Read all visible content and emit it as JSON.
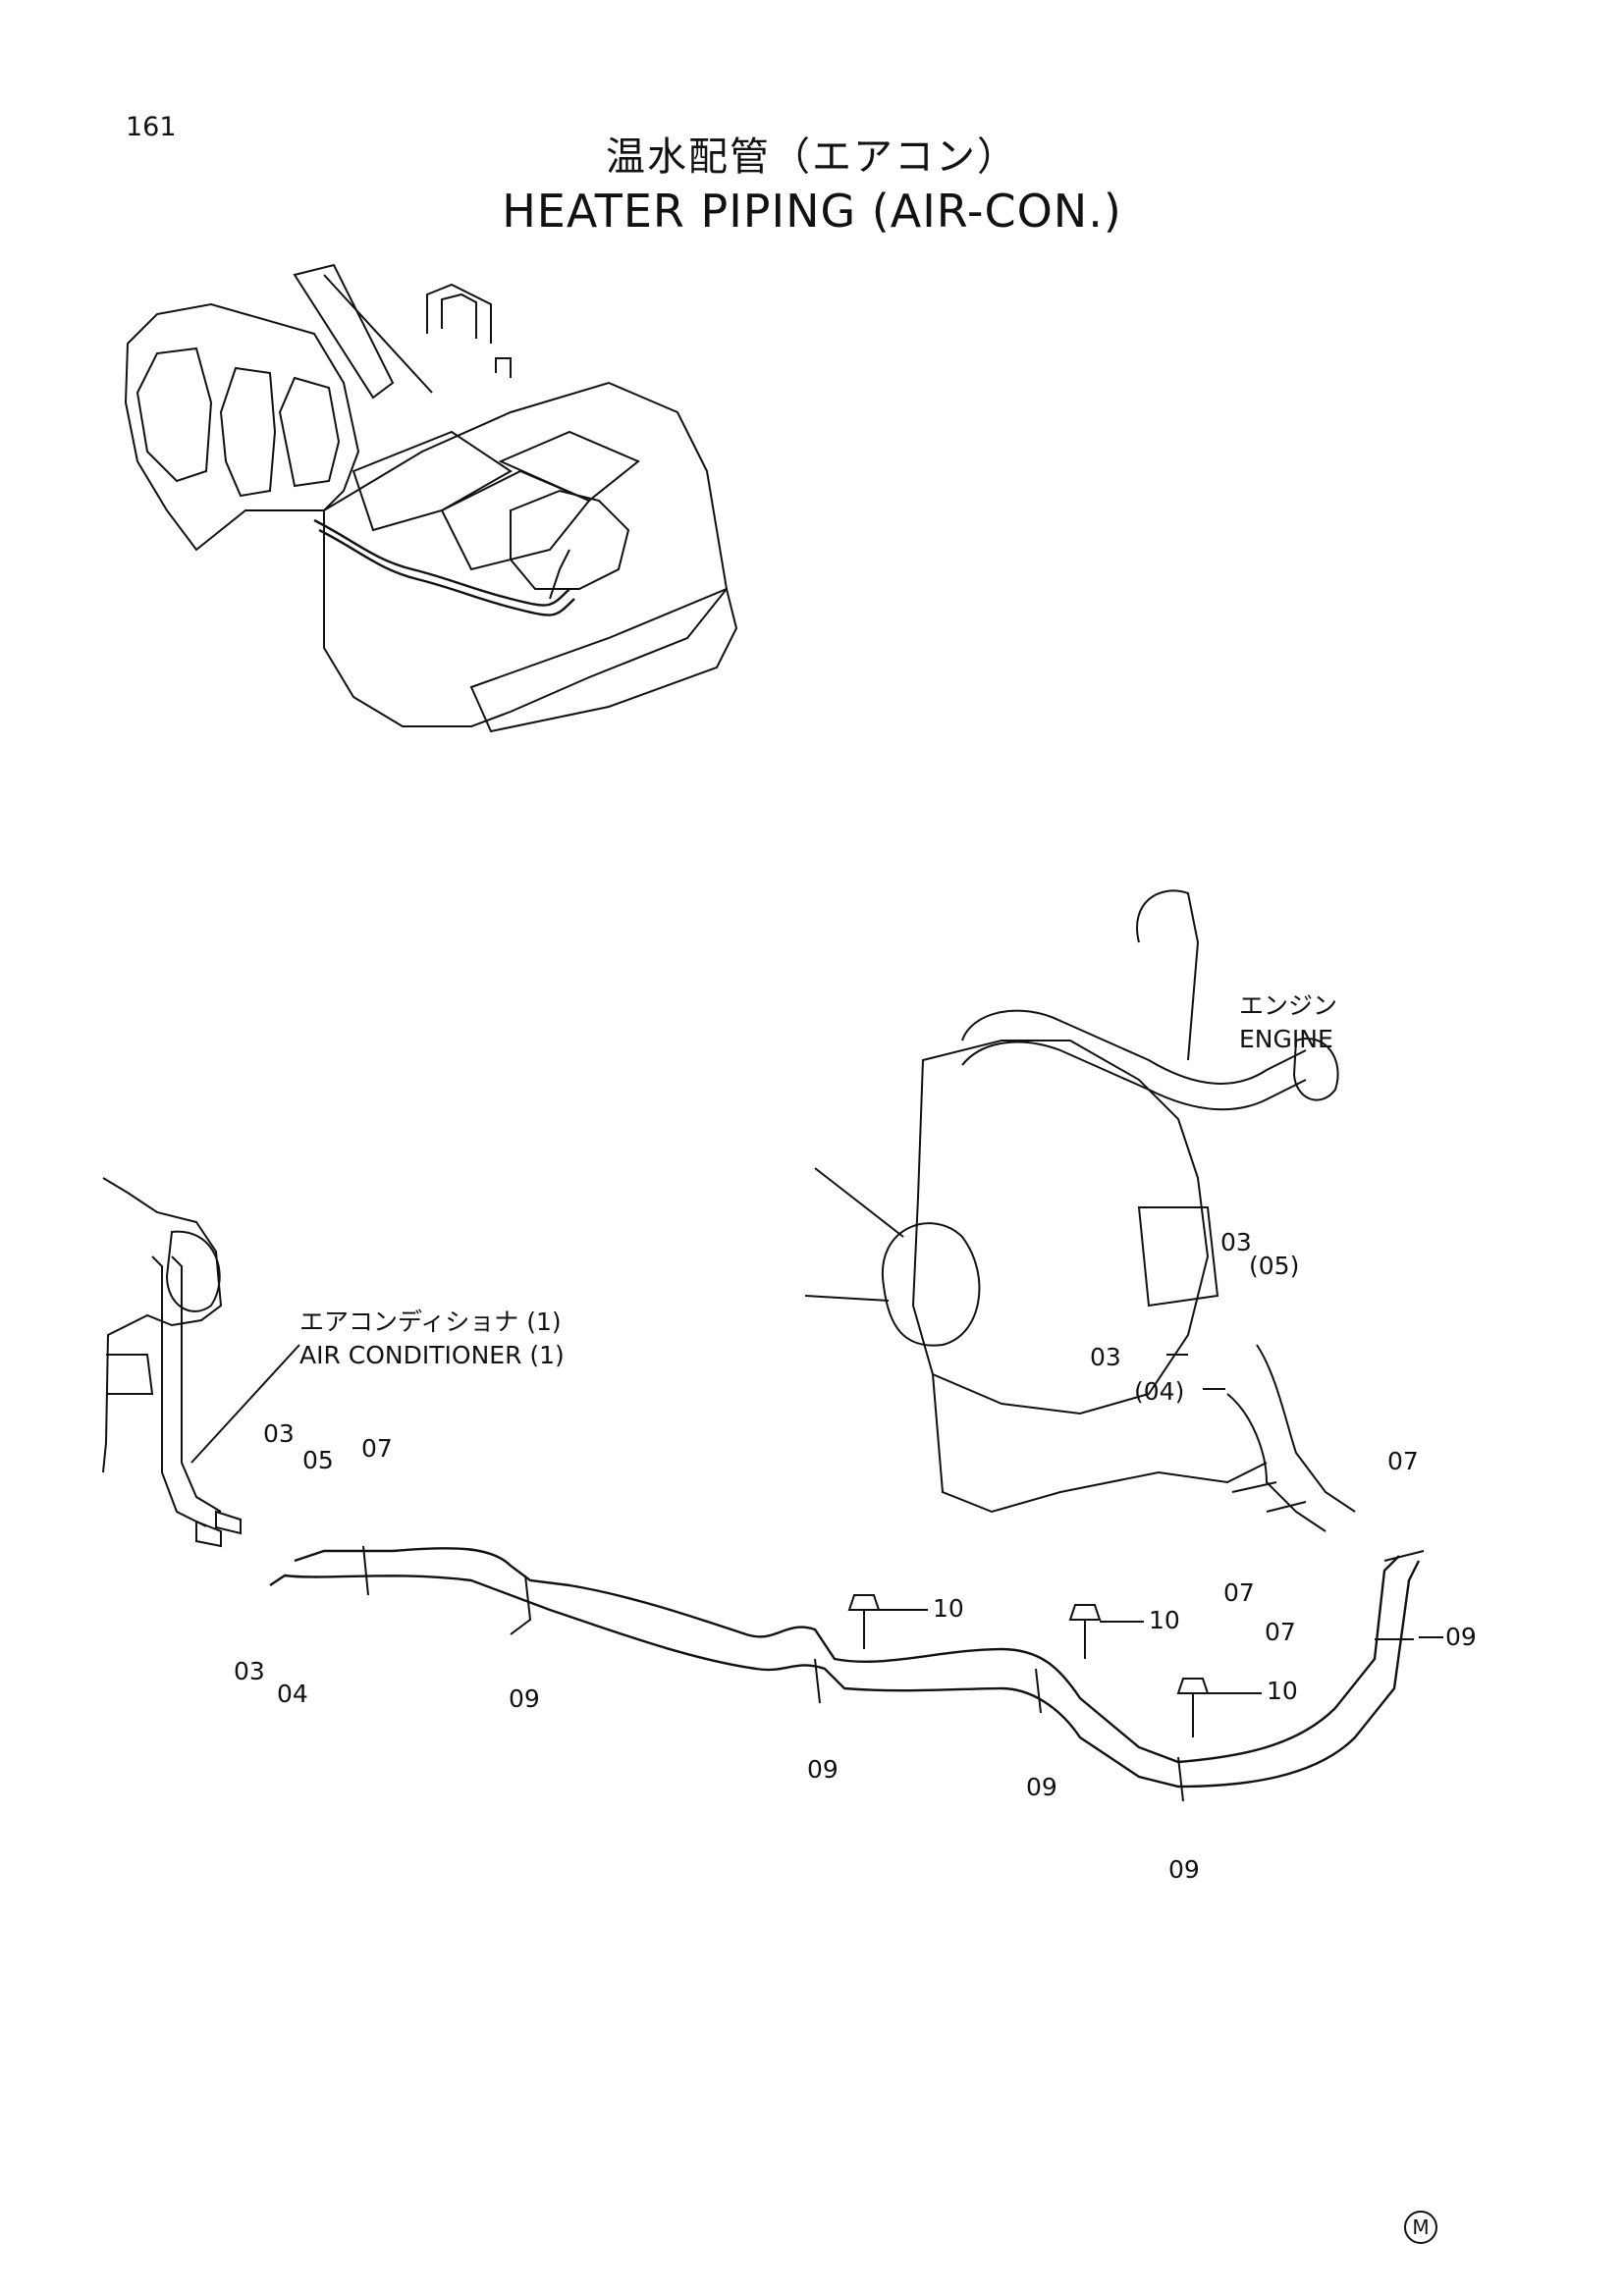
{
  "page": {
    "number": "161",
    "title_jp": "温水配管（エアコン）",
    "title_en": "HEATER PIPING (AIR-CON.)",
    "mark": "M"
  },
  "labels": {
    "engine_jp": "エンジン",
    "engine_en": "ENGINE",
    "aircon_jp": "エアコンディショナ (1)",
    "aircon_en": "AIR CONDITIONER (1)"
  },
  "callouts": [
    {
      "id": "c1",
      "text": "03"
    },
    {
      "id": "c2",
      "text": "05"
    },
    {
      "id": "c3",
      "text": "07"
    },
    {
      "id": "c4",
      "text": "03"
    },
    {
      "id": "c5",
      "text": "04"
    },
    {
      "id": "c6",
      "text": "09"
    },
    {
      "id": "c7",
      "text": "10"
    },
    {
      "id": "c8",
      "text": "10"
    },
    {
      "id": "c9",
      "text": "10"
    },
    {
      "id": "c10",
      "text": "09"
    },
    {
      "id": "c11",
      "text": "09"
    },
    {
      "id": "c12",
      "text": "09"
    },
    {
      "id": "c13",
      "text": "03"
    },
    {
      "id": "c14",
      "text": "(05)"
    },
    {
      "id": "c15",
      "text": "03"
    },
    {
      "id": "c16",
      "text": "(04)"
    },
    {
      "id": "c17",
      "text": "07"
    },
    {
      "id": "c18",
      "text": "07"
    },
    {
      "id": "c19",
      "text": "07"
    },
    {
      "id": "c20",
      "text": "09"
    }
  ]
}
